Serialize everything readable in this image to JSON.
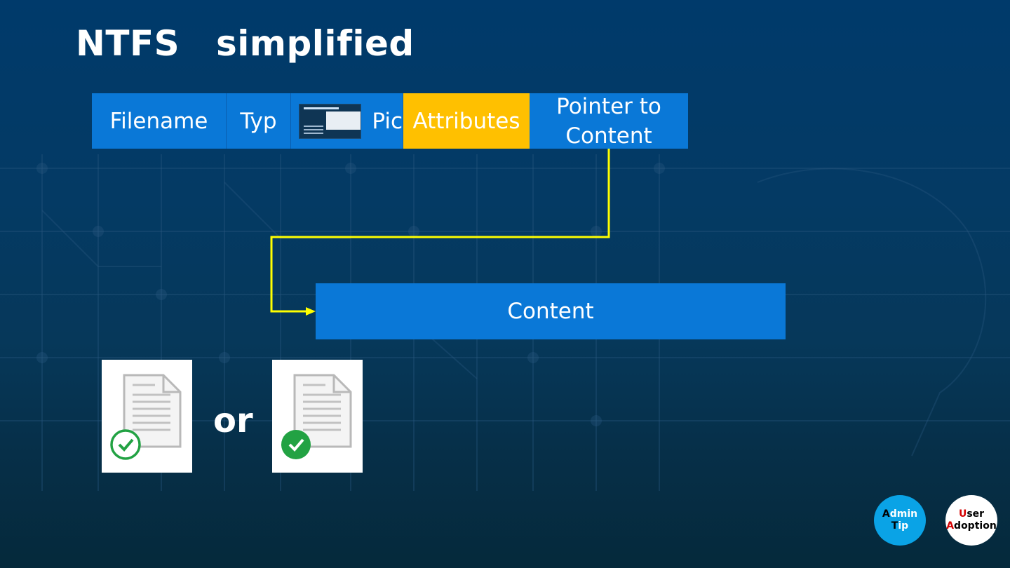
{
  "title": {
    "part1": "NTFS",
    "part2": "simplified"
  },
  "record": {
    "filename": "Filename",
    "type": "Typ",
    "picture": "Pic",
    "attributes": "Attributes",
    "pointer_line1": "Pointer to",
    "pointer_line2": "Content"
  },
  "content_label": "Content",
  "or_text": "or",
  "badges": {
    "admin_line1_first": "A",
    "admin_line1_rest": "dmin",
    "admin_line2_first": "T",
    "admin_line2_rest": "ip",
    "user_line1_first": "U",
    "user_line1_rest": "ser",
    "user_line2_first": "A",
    "user_line2_rest": "doption"
  },
  "colors": {
    "cell_blue": "#0a78d7",
    "attributes_yellow": "#ffc000",
    "arrow_yellow": "#ffff00",
    "check_green": "#22a243",
    "admin_badge": "#0aa3e6"
  }
}
